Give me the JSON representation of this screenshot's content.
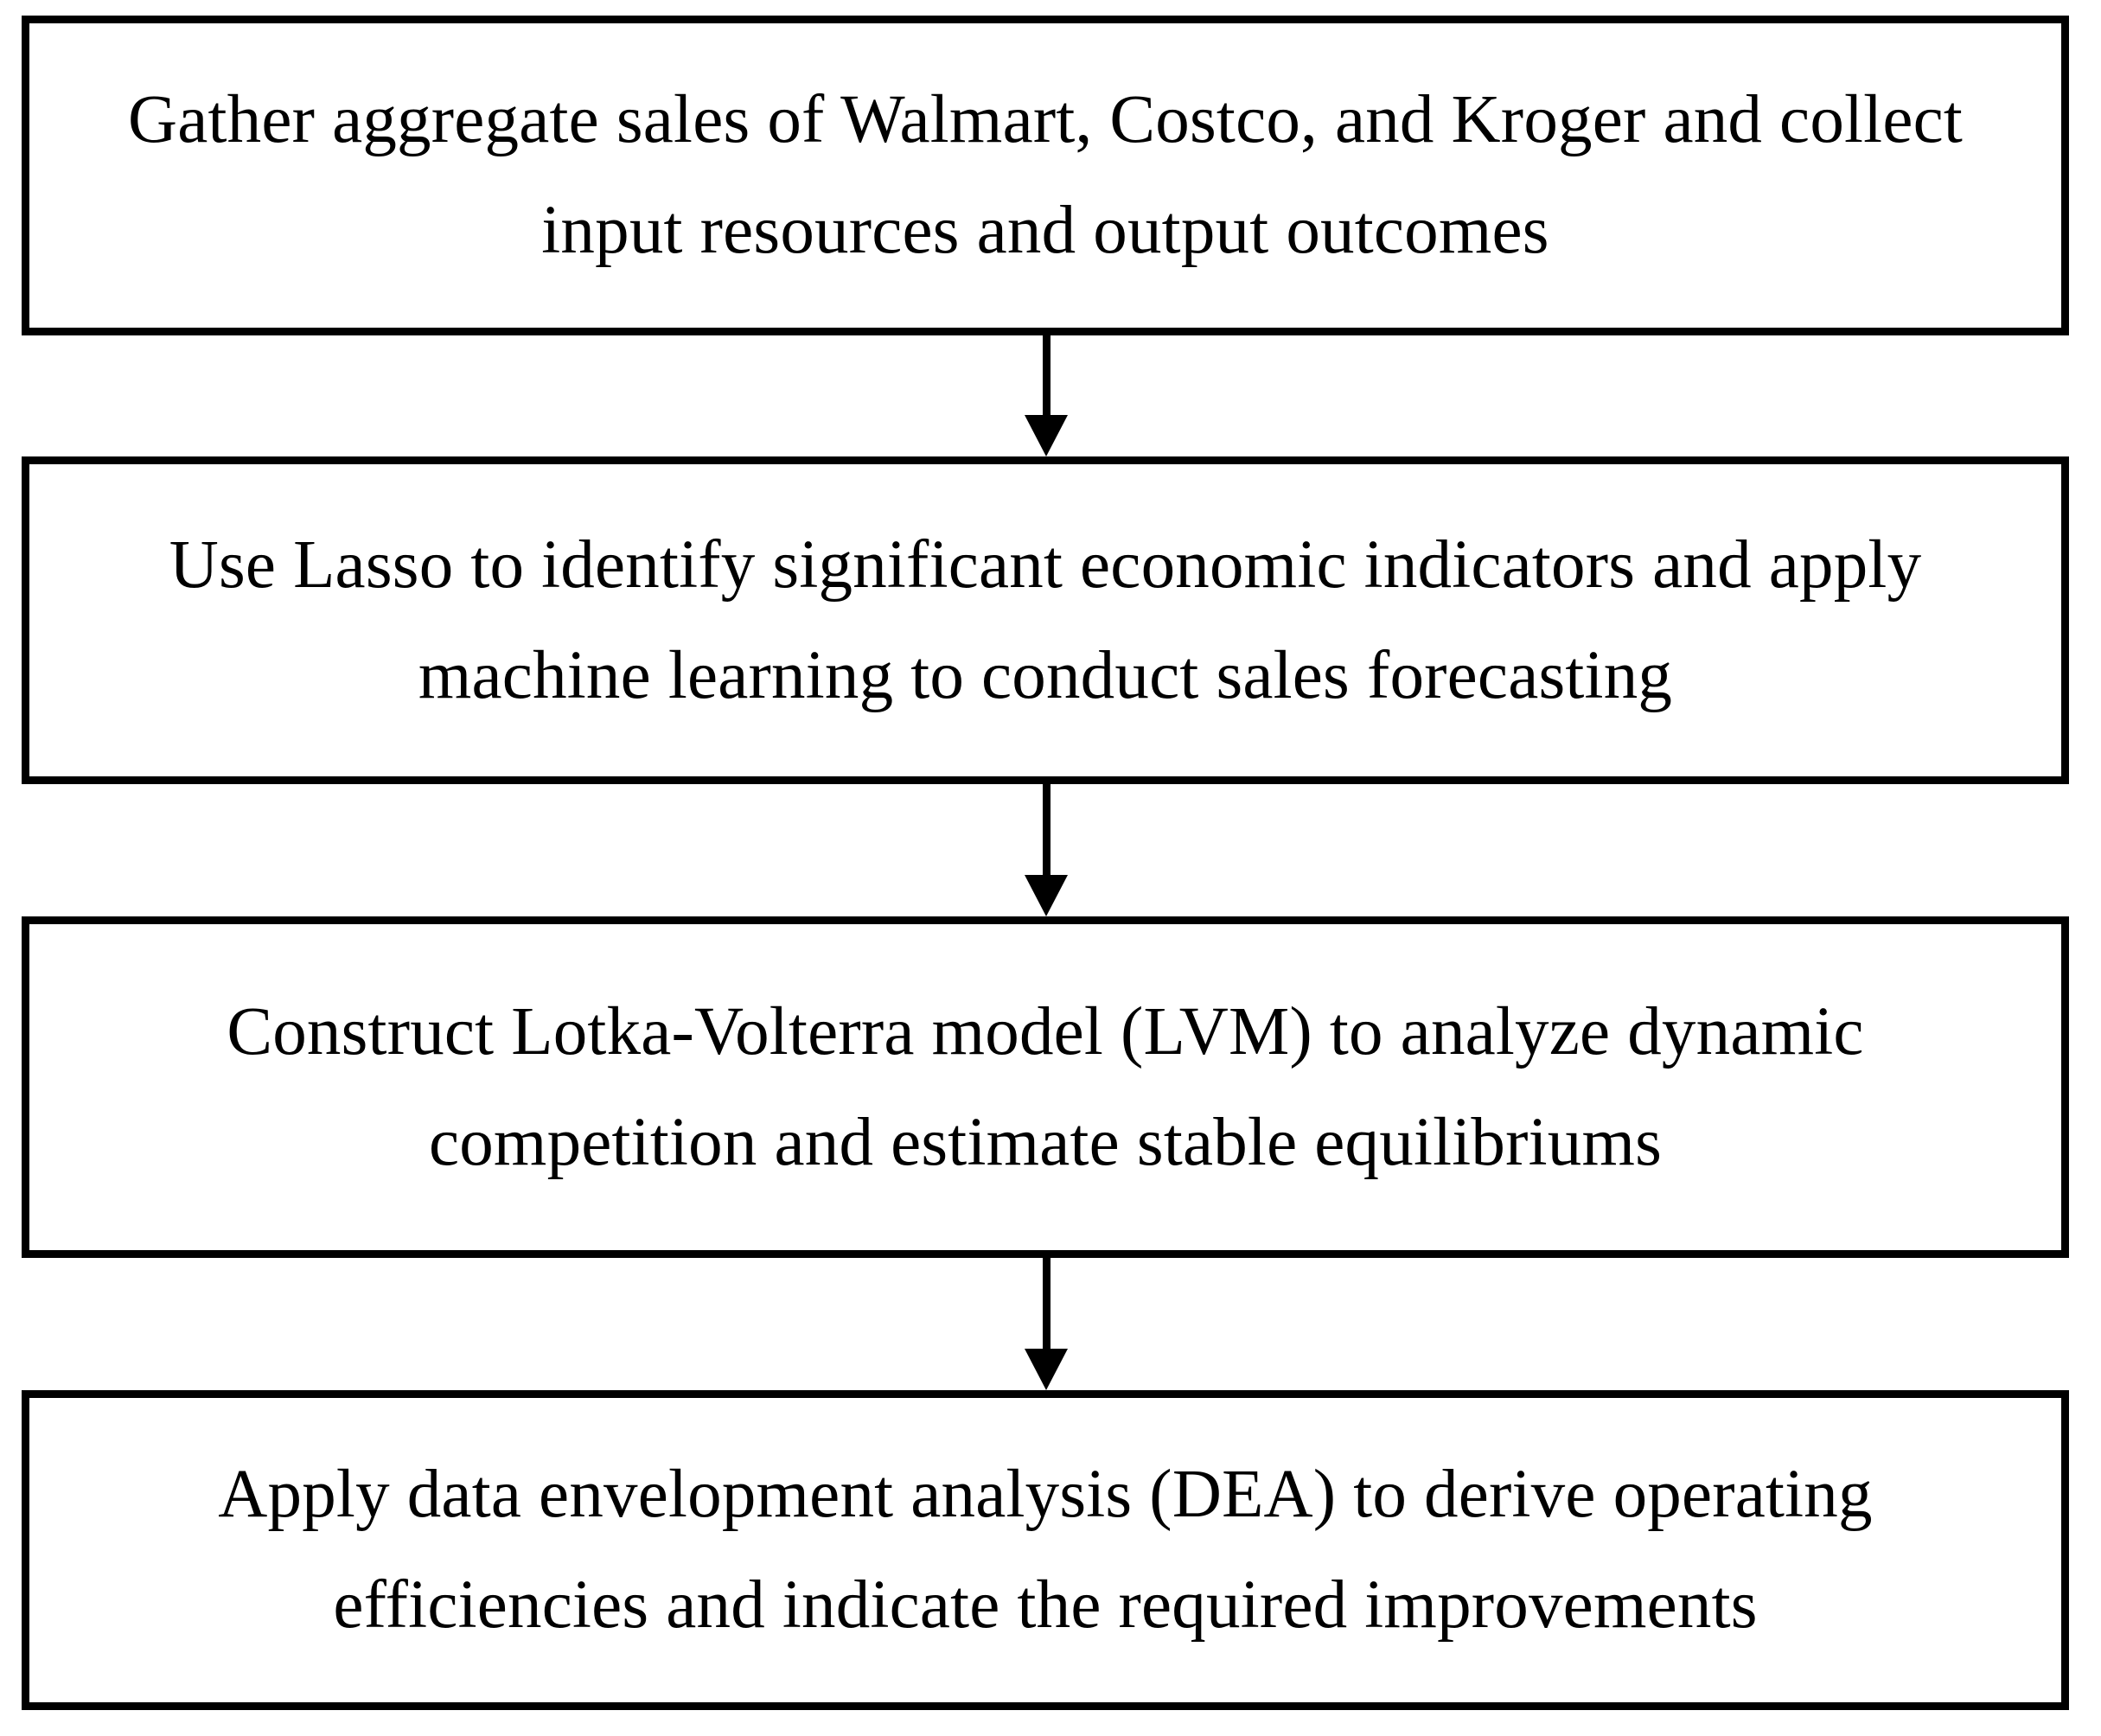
{
  "diagram": {
    "type": "flowchart",
    "orientation": "vertical",
    "background_color": "#ffffff",
    "border_color": "#000000",
    "text_color": "#000000",
    "steps": [
      {
        "id": "step-1",
        "order": 1,
        "text": "Gather aggregate sales of Walmart, Costco, and Kroger and collect\ninput resources and output outcomes",
        "line1": "Gather aggregate sales of Walmart, Costco, and Kroger and collect",
        "line2": "input resources and output outcomes"
      },
      {
        "id": "step-2",
        "order": 2,
        "text": "Use Lasso to identify significant economic indicators and apply\nmachine learning to conduct sales forecasting",
        "line1": "Use Lasso to identify significant economic indicators and apply",
        "line2": "machine learning to conduct sales forecasting"
      },
      {
        "id": "step-3",
        "order": 3,
        "text": "Construct Lotka-Volterra model (LVM) to analyze dynamic\ncompetition and estimate stable equilibriums",
        "line1": "Construct Lotka-Volterra model (LVM) to analyze dynamic",
        "line2": "competition and estimate stable equilibriums"
      },
      {
        "id": "step-4",
        "order": 4,
        "text": "Apply data envelopment analysis (DEA) to derive operating\nefficiencies and indicate the required improvements",
        "line1": "Apply data envelopment analysis (DEA) to derive operating",
        "line2": "efficiencies and indicate the required improvements"
      }
    ],
    "connectors": [
      {
        "id": "arrow-1",
        "from": "step-1",
        "to": "step-2",
        "direction": "down"
      },
      {
        "id": "arrow-2",
        "from": "step-2",
        "to": "step-3",
        "direction": "down"
      },
      {
        "id": "arrow-3",
        "from": "step-3",
        "to": "step-4",
        "direction": "down"
      }
    ]
  }
}
